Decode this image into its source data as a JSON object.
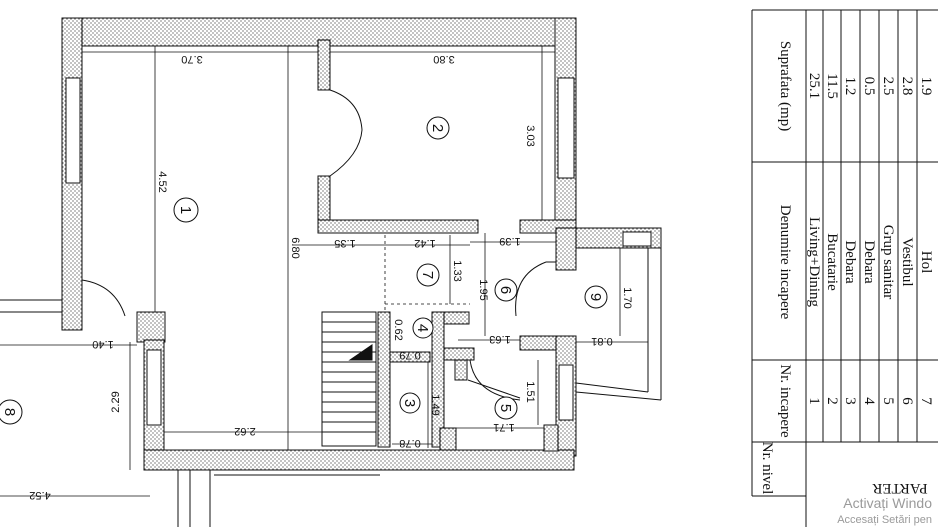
{
  "plan": {
    "dimensions": {
      "d_370": "3.70",
      "d_380": "3.80",
      "d_452": "4.52",
      "d_680": "6.80",
      "d_303": "3.03",
      "d_135": "1.35",
      "d_142": "1.42",
      "d_139": "1.39",
      "d_133": "1.33",
      "d_195": "1.95",
      "d_170": "1.70",
      "d_062": "0.62",
      "d_079": "0.79",
      "d_163": "1.63",
      "d_081": "0.81",
      "d_140": "1.40",
      "d_229": "2.29",
      "d_262": "2.62",
      "d_149": "1.49",
      "d_151": "1.51",
      "d_171": "1.71",
      "d_078": "0.78",
      "d_452b": "4.52"
    },
    "rooms": [
      "1",
      "2",
      "3",
      "4",
      "5",
      "6",
      "7",
      "8",
      "9"
    ]
  },
  "table": {
    "headers": {
      "nivel": "Nr. nivel",
      "incapere": "Nr. incapere",
      "denumire": "Denumire incapere",
      "suprafata": "Suprafata (mp)"
    },
    "level_label": "PARTER",
    "rows": [
      {
        "nr": "1",
        "name": "Living+Dining",
        "area": "25.1"
      },
      {
        "nr": "2",
        "name": "Bucatarie",
        "area": "11.5"
      },
      {
        "nr": "3",
        "name": "Debara",
        "area": "1.2"
      },
      {
        "nr": "4",
        "name": "Debara",
        "area": "0.5"
      },
      {
        "nr": "5",
        "name": "Grup sanitar",
        "area": "2.5"
      },
      {
        "nr": "6",
        "name": "Vestibul",
        "area": "2.8"
      },
      {
        "nr": "7",
        "name": "Hol",
        "area": "1.9"
      }
    ]
  },
  "watermark": {
    "line1": "Activați Windo",
    "line2": "Accesați Setări pen"
  }
}
